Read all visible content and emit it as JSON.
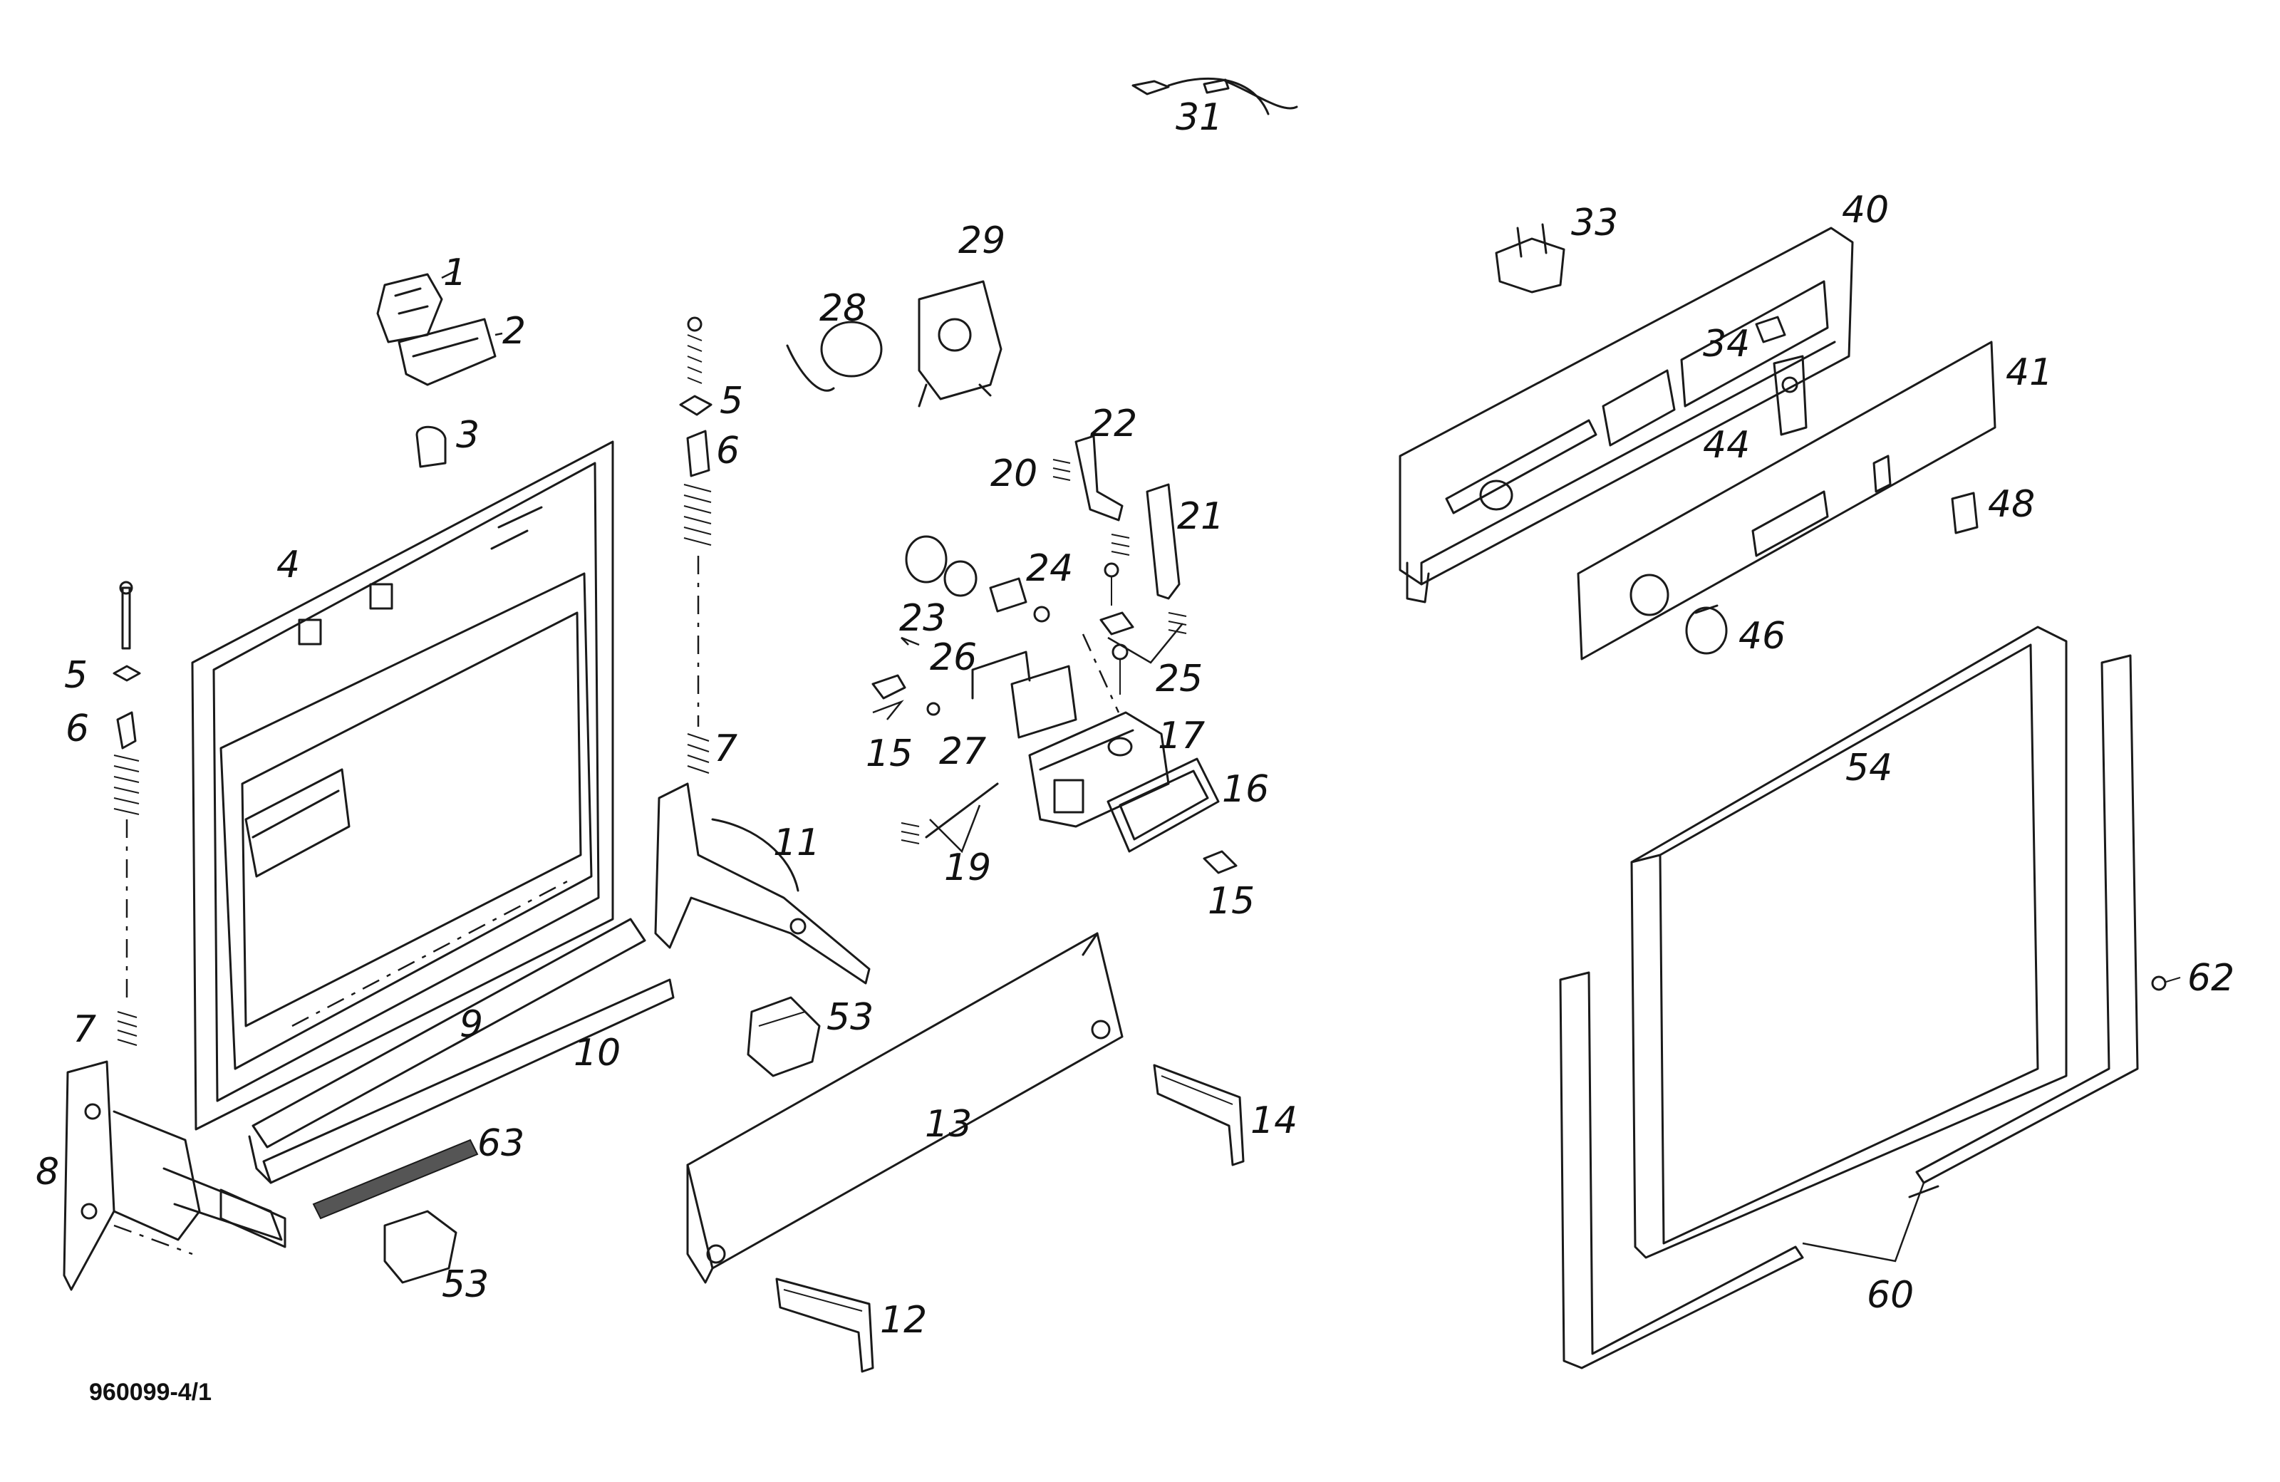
{
  "drawing_ref": "960099-4/1",
  "callouts": [
    {
      "id": "1",
      "label": "1"
    },
    {
      "id": "2",
      "label": "2"
    },
    {
      "id": "3",
      "label": "3"
    },
    {
      "id": "4",
      "label": "4"
    },
    {
      "id": "5a",
      "label": "5"
    },
    {
      "id": "5b",
      "label": "5"
    },
    {
      "id": "6a",
      "label": "6"
    },
    {
      "id": "6b",
      "label": "6"
    },
    {
      "id": "7a",
      "label": "7"
    },
    {
      "id": "7b",
      "label": "7"
    },
    {
      "id": "8",
      "label": "8"
    },
    {
      "id": "9",
      "label": "9"
    },
    {
      "id": "10",
      "label": "10"
    },
    {
      "id": "11",
      "label": "11"
    },
    {
      "id": "12",
      "label": "12"
    },
    {
      "id": "13",
      "label": "13"
    },
    {
      "id": "14",
      "label": "14"
    },
    {
      "id": "15a",
      "label": "15"
    },
    {
      "id": "15b",
      "label": "15"
    },
    {
      "id": "16",
      "label": "16"
    },
    {
      "id": "17",
      "label": "17"
    },
    {
      "id": "19",
      "label": "19"
    },
    {
      "id": "20",
      "label": "20"
    },
    {
      "id": "21",
      "label": "21"
    },
    {
      "id": "22",
      "label": "22"
    },
    {
      "id": "23",
      "label": "23"
    },
    {
      "id": "24",
      "label": "24"
    },
    {
      "id": "25",
      "label": "25"
    },
    {
      "id": "26",
      "label": "26"
    },
    {
      "id": "27",
      "label": "27"
    },
    {
      "id": "28",
      "label": "28"
    },
    {
      "id": "29",
      "label": "29"
    },
    {
      "id": "31",
      "label": "31"
    },
    {
      "id": "33",
      "label": "33"
    },
    {
      "id": "34",
      "label": "34"
    },
    {
      "id": "40",
      "label": "40"
    },
    {
      "id": "41",
      "label": "41"
    },
    {
      "id": "44",
      "label": "44"
    },
    {
      "id": "46",
      "label": "46"
    },
    {
      "id": "48",
      "label": "48"
    },
    {
      "id": "53a",
      "label": "53"
    },
    {
      "id": "53b",
      "label": "53"
    },
    {
      "id": "54",
      "label": "54"
    },
    {
      "id": "60",
      "label": "60"
    },
    {
      "id": "62",
      "label": "62"
    },
    {
      "id": "63",
      "label": "63"
    }
  ]
}
